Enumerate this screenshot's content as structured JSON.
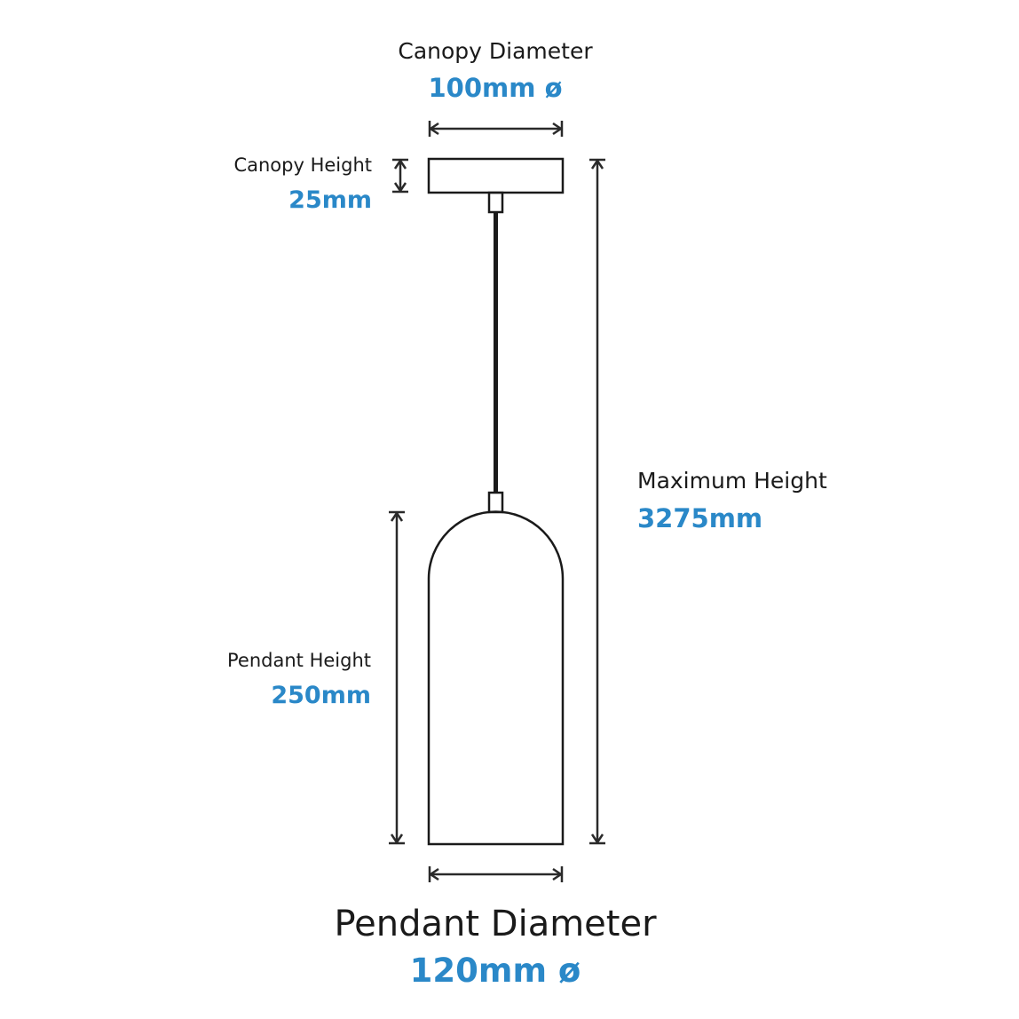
{
  "accent_color": "#2a88c8",
  "canopy_diameter": {
    "label": "Canopy Diameter",
    "value": "100mm ø"
  },
  "canopy_height": {
    "label": "Canopy Height",
    "value": "25mm"
  },
  "maximum_height": {
    "label": "Maximum Height",
    "value": "3275mm"
  },
  "pendant_height": {
    "label": "Pendant Height",
    "value": "250mm"
  },
  "pendant_diameter": {
    "label": "Pendant Diameter",
    "value": "120mm ø"
  }
}
